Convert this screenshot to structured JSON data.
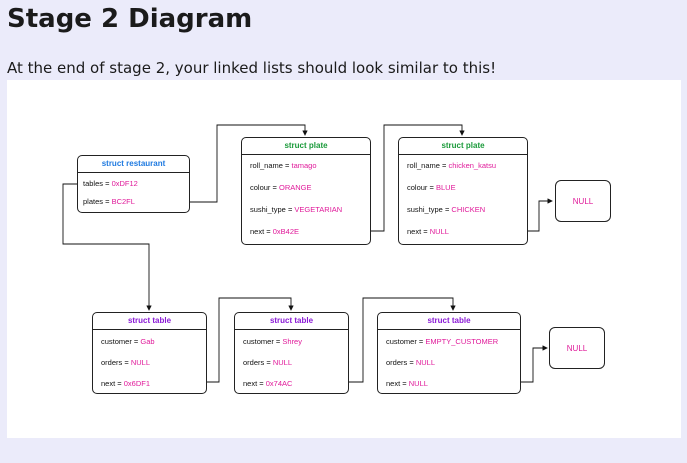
{
  "page": {
    "title": "Stage 2 Diagram",
    "intro": "At the end of stage 2, your linked lists should look similar to this!"
  },
  "colors": {
    "restaurant_header": "#1f7ae0",
    "plate_header": "#1a9a3a",
    "table_header": "#8a1ad6",
    "value": "#e01a9a"
  },
  "diagram": {
    "restaurant": {
      "header": "struct restaurant",
      "tables_label": "tables = ",
      "tables_value": "0xDF12",
      "plates_label": "plates = ",
      "plates_value": "BC2FL"
    },
    "plates": [
      {
        "header": "struct plate",
        "roll_label": "roll_name = ",
        "roll_value": "tamago",
        "colour_label": "colour = ",
        "colour_value": "ORANGE",
        "type_label": "sushi_type = ",
        "type_value": "VEGETARIAN",
        "next_label": "next = ",
        "next_value": "0xB42E"
      },
      {
        "header": "struct plate",
        "roll_label": "roll_name = ",
        "roll_value": "chicken_katsu",
        "colour_label": "colour = ",
        "colour_value": "BLUE",
        "type_label": "sushi_type = ",
        "type_value": "CHICKEN",
        "next_label": "next = ",
        "next_value": "NULL"
      }
    ],
    "tables": [
      {
        "header": "struct table",
        "customer_label": "customer = ",
        "customer_value": "Gab",
        "orders_label": "orders = ",
        "orders_value": "NULL",
        "next_label": "next = ",
        "next_value": "0x6DF1"
      },
      {
        "header": "struct table",
        "customer_label": "customer = ",
        "customer_value": "Shrey",
        "orders_label": "orders = ",
        "orders_value": "NULL",
        "next_label": "next = ",
        "next_value": "0x74AC"
      },
      {
        "header": "struct table",
        "customer_label": "customer = ",
        "customer_value": "EMPTY_CUSTOMER",
        "orders_label": "orders = ",
        "orders_value": "NULL",
        "next_label": "next = ",
        "next_value": "NULL"
      }
    ],
    "null_plates": "NULL",
    "null_tables": "NULL"
  }
}
